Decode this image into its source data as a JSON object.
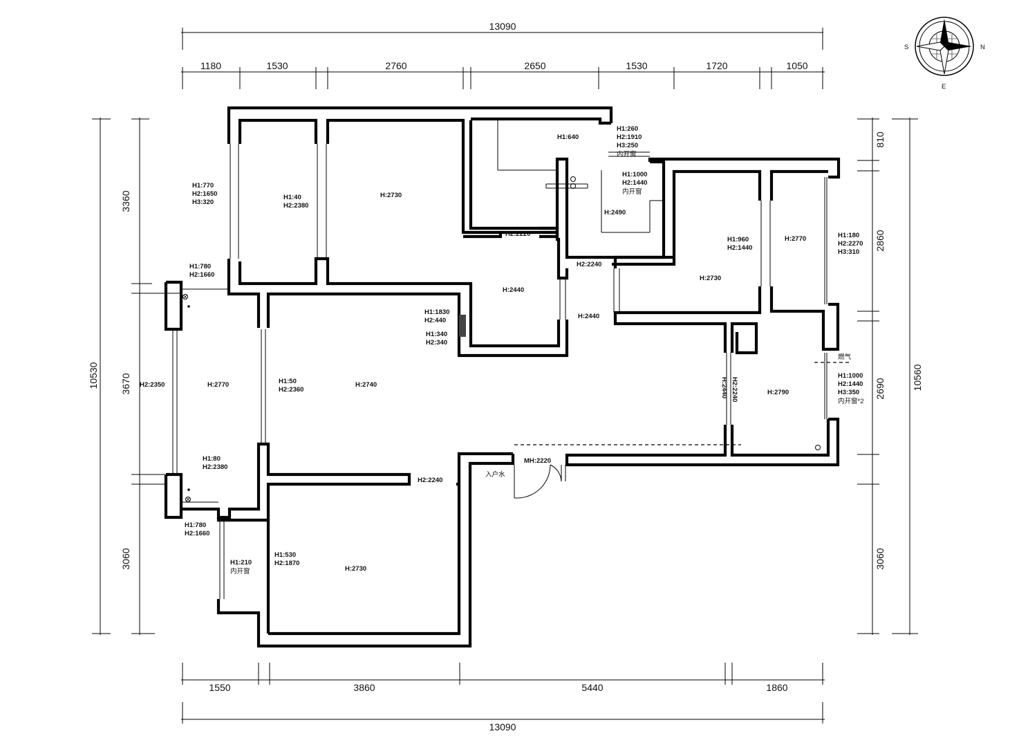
{
  "dimensions": {
    "top_total": "13090",
    "top_segments": [
      "1180",
      "1530",
      "2760",
      "2650",
      "1530",
      "1720",
      "1050"
    ],
    "bottom_segments": [
      "1550",
      "3860",
      "5440",
      "1860"
    ],
    "bottom_total": "13090",
    "left_total": "10530",
    "left_segments": [
      "3360",
      "3670",
      "3060"
    ],
    "right_total": "10560",
    "right_segments": [
      "810",
      "2860",
      "2690",
      "3060"
    ]
  },
  "compass": {
    "left": "S",
    "right": "N",
    "bottom": "E"
  },
  "labels": {
    "room_bed1_h": "H1:40",
    "room_bed1_h2": "H2:2380",
    "room_mid_top": "H:2730",
    "room_top_h1": "H1:640",
    "win_top_h1": "H1:260",
    "win_top_h2": "H2:1910",
    "win_top_h3": "H3:250",
    "win_top_note": "内开窗",
    "bath_h1": "H1:1000",
    "bath_h2": "H2:1440",
    "bath_note": "内开窗",
    "bath_h": "H:2490",
    "left_win_h1": "H1:770",
    "left_win_h2": "H2:1650",
    "left_win_h3": "H3:320",
    "corr_h2": "H2:2220",
    "hall_h": "H:2440",
    "door_h2": "H2:2240",
    "hall_h2": "H:2440",
    "right_room_h1": "H1:960",
    "right_room_h2": "H2:1440",
    "right_room_h": "H:2730",
    "far_right_h": "H:2770",
    "far_right_win_h1": "H1:180",
    "far_right_win_h2": "H2:2270",
    "far_right_win_h3": "H3:310",
    "balcony_win_h1": "H1:780",
    "balcony_win_h2": "H2:1660",
    "balcony_h2": "H2:2350",
    "balcony_h": "H:2770",
    "balcony_door_h1": "H1:50",
    "balcony_door_h2": "H2:2360",
    "living_h": "H:2740",
    "living_win_h1": "H1:1830",
    "living_win_h2": "H2:440",
    "living_win2_h1": "H1:340",
    "living_win2_h2": "H2:340",
    "kitchen_h": "H:2790",
    "kitchen_gas": "燃气",
    "kitchen_win_h1": "H1:1000",
    "kitchen_win_h2": "H2:1440",
    "kitchen_win_h3": "H3:350",
    "kitchen_win_note": "内开窗*2",
    "kitchen_door_h": "H2:2240",
    "kitchen_door_h2": "H:2440",
    "balc2_h1": "H1:80",
    "balc2_h2": "H2:2380",
    "bed_door_h2": "H2:2240",
    "entry_h": "MH:2220",
    "entry_water": "入户水",
    "bbalc_win_h1": "H1:780",
    "bbalc_win_h2": "H2:1660",
    "bed3_win_h1": "H1:210",
    "bed3_win_note": "内开窗",
    "bed3_door_h1": "H1:530",
    "bed3_door_h2": "H2:1870",
    "bed3_h": "H:2730"
  }
}
